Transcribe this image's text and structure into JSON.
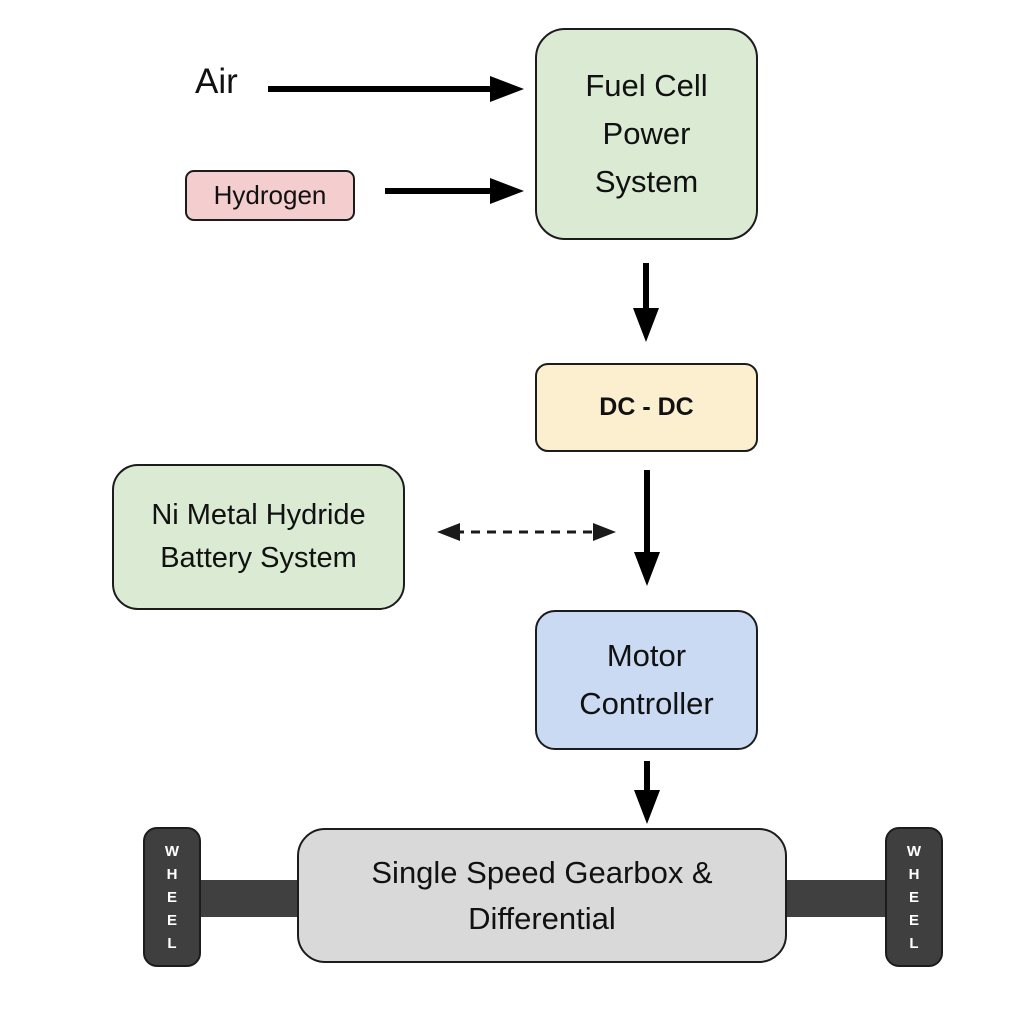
{
  "diagram": {
    "nodes": {
      "air": {
        "label": "Air"
      },
      "hydrogen": {
        "label": "Hydrogen",
        "fill": "#f4cdce"
      },
      "fuel_cell": {
        "label": "Fuel Cell\nPower\nSystem",
        "fill": "#daead3"
      },
      "dc_dc": {
        "label": "DC - DC",
        "fill": "#fcefcf"
      },
      "battery": {
        "label": "Ni Metal Hydride\nBattery System",
        "fill": "#daead3"
      },
      "motor_controller": {
        "label": "Motor\nController",
        "fill": "#cadaf3"
      },
      "gearbox": {
        "label": "Single Speed Gearbox &\nDifferential",
        "fill": "#d9d9d9"
      },
      "wheel_left": {
        "label": "W\nH\nE\nE\nL",
        "fill": "#3f3f3f"
      },
      "wheel_right": {
        "label": "W\nH\nE\nE\nL",
        "fill": "#3f3f3f"
      }
    },
    "colors": {
      "arrow": "#000000",
      "border": "#1c1c1c",
      "axle": "#404040",
      "background": "#ffffff"
    }
  }
}
